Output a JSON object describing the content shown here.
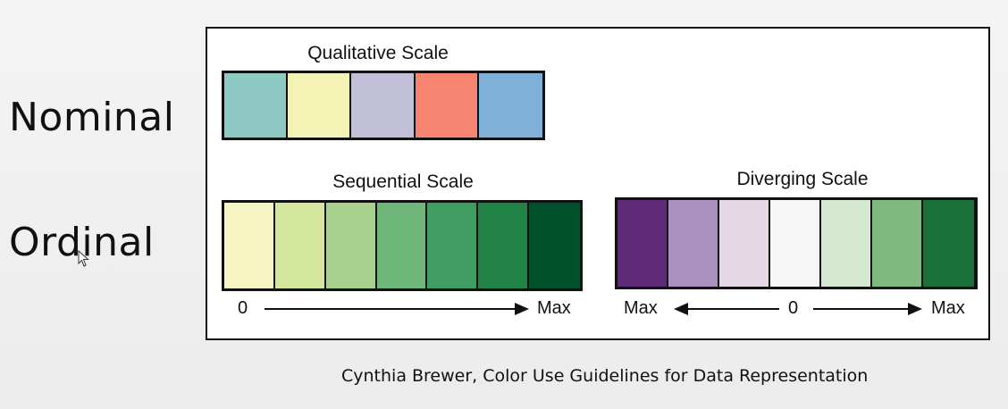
{
  "labels": {
    "nominal": "Nominal",
    "ordinal": "Ordinal"
  },
  "qualitative": {
    "title": "Qualitative Scale",
    "colors": [
      "#8ecac3",
      "#f5f2b5",
      "#c2c0d8",
      "#f68470",
      "#7fb0d7"
    ]
  },
  "sequential": {
    "title": "Sequential Scale",
    "colors": [
      "#f6f5c2",
      "#d5e79f",
      "#a8d18d",
      "#6fb67a",
      "#3f9d62",
      "#218446",
      "#00522c"
    ],
    "axis": {
      "start": "0",
      "end": "Max"
    }
  },
  "diverging": {
    "title": "Diverging Scale",
    "colors": [
      "#5f2b79",
      "#ab8fbe",
      "#e6d7e5",
      "#f6f6f6",
      "#d4e9d0",
      "#7fbb80",
      "#1a7137"
    ],
    "axis": {
      "left": "Max",
      "center": "0",
      "right": "Max"
    }
  },
  "caption": "Cynthia Brewer, Color Use Guidelines for Data Representation"
}
